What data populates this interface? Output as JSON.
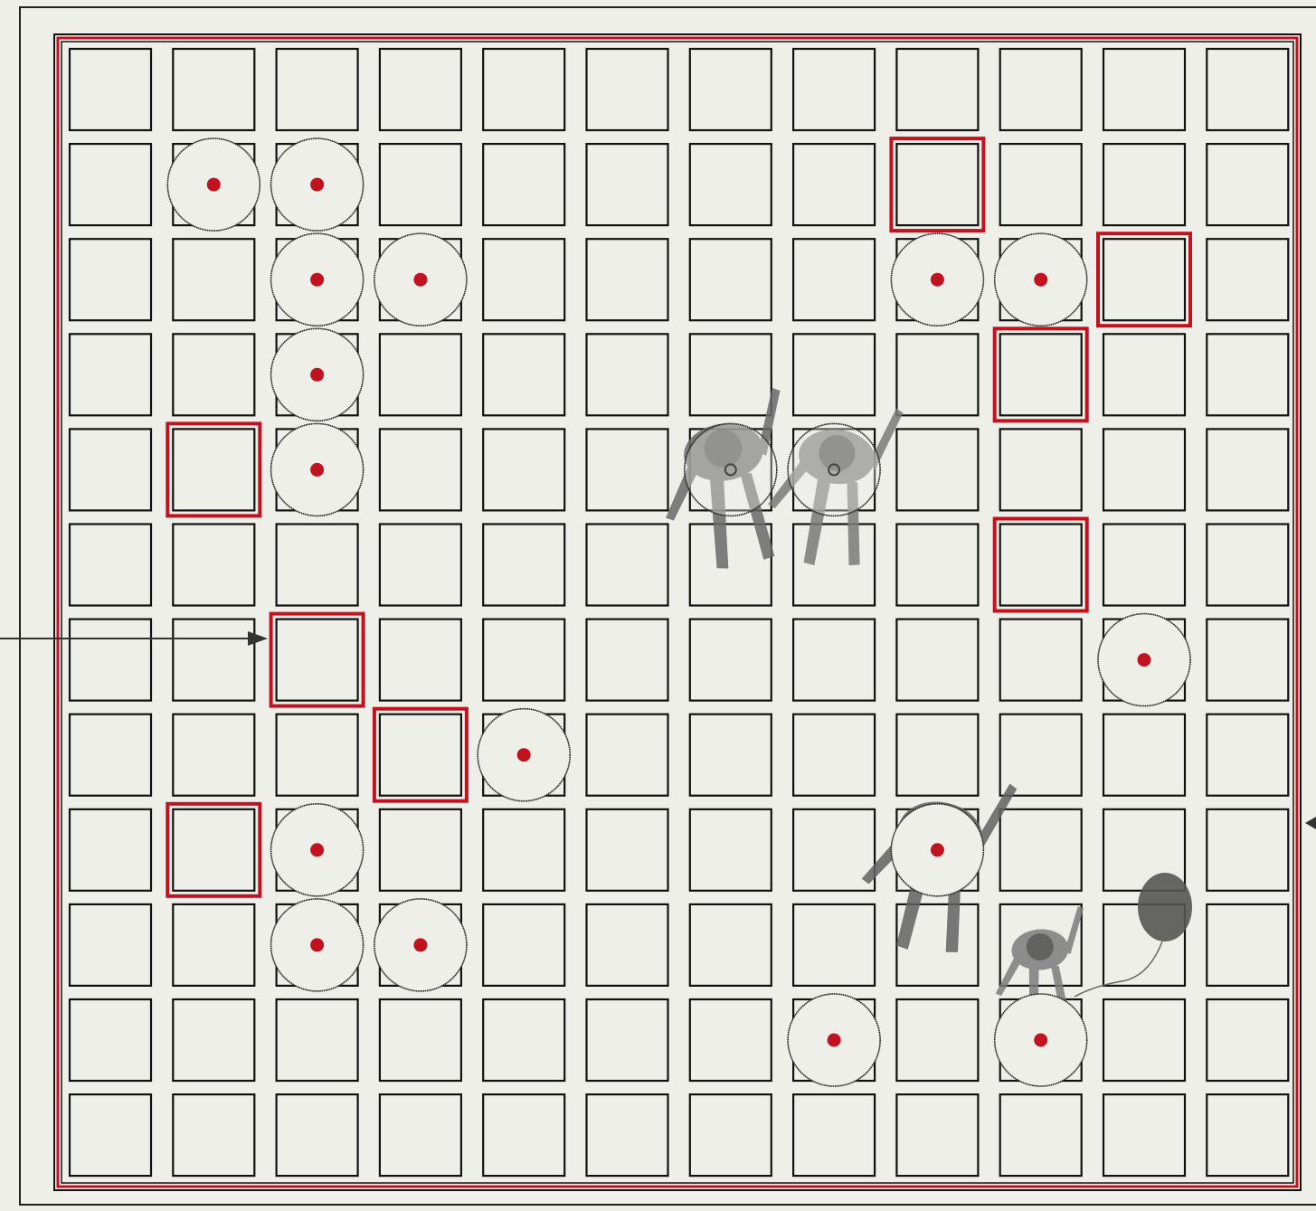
{
  "drawing": {
    "style": "architectural plan diagram, top-down view",
    "grid": {
      "rows": 12,
      "cols": 12
    },
    "colors": {
      "paper": "#efefea",
      "line": "#111111",
      "accent_red": "#c1121f",
      "figure_gray": "#5a5a5a"
    },
    "circled_cells": [
      {
        "row": 1,
        "col": 1
      },
      {
        "row": 1,
        "col": 2
      },
      {
        "row": 2,
        "col": 2
      },
      {
        "row": 2,
        "col": 3
      },
      {
        "row": 2,
        "col": 8
      },
      {
        "row": 2,
        "col": 9
      },
      {
        "row": 3,
        "col": 2
      },
      {
        "row": 4,
        "col": 2
      },
      {
        "row": 4,
        "col": 6,
        "marker": "ring"
      },
      {
        "row": 4,
        "col": 7,
        "marker": "ring"
      },
      {
        "row": 6,
        "col": 10
      },
      {
        "row": 7,
        "col": 4
      },
      {
        "row": 8,
        "col": 2
      },
      {
        "row": 8,
        "col": 8
      },
      {
        "row": 9,
        "col": 2
      },
      {
        "row": 9,
        "col": 3
      },
      {
        "row": 10,
        "col": 7
      },
      {
        "row": 10,
        "col": 9
      }
    ],
    "red_outlined_cells": [
      {
        "row": 1,
        "col": 8
      },
      {
        "row": 2,
        "col": 10
      },
      {
        "row": 3,
        "col": 9
      },
      {
        "row": 4,
        "col": 1
      },
      {
        "row": 5,
        "col": 9
      },
      {
        "row": 6,
        "col": 2
      },
      {
        "row": 7,
        "col": 3
      },
      {
        "row": 8,
        "col": 1
      }
    ],
    "icons": {
      "left_arrow": "arrow-right-icon",
      "right_arrow": "arrow-left-icon",
      "people": "person-silhouette-icon",
      "balloon": "balloon-icon"
    }
  }
}
